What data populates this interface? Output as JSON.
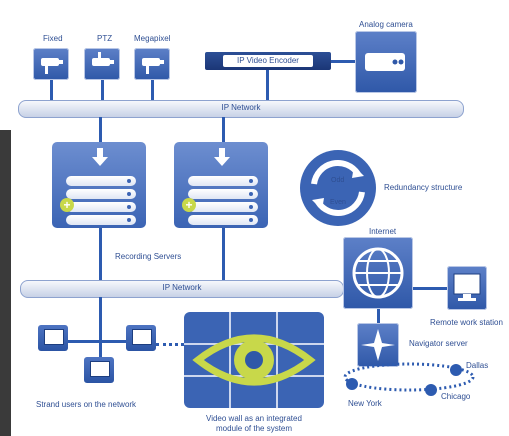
{
  "cameras": {
    "fixed": "Fixed",
    "ptz": "PTZ",
    "megapixel": "Megapixel",
    "analog": "Analog camera"
  },
  "encoder_label": "IP Video Encoder",
  "networks": {
    "top": "IP Network",
    "bottom": "IP Network"
  },
  "servers_label": "Recording Servers",
  "redundancy": {
    "odd": "Odd",
    "even": "Even",
    "label": "Redundancy structure"
  },
  "internet_label": "Internet",
  "remote_label": "Remote work station",
  "navigator_label": "Navigator server",
  "cities": {
    "dallas": "Dallas",
    "chicago": "Chicago",
    "newyork": "New York"
  },
  "users_label": "Strand users on the network",
  "videowall_label_1": "Video wall as an integrated",
  "videowall_label_2": "module of the system",
  "colors": {
    "primary": "#2d5bb0",
    "accent": "#c8d84a",
    "text": "#2f4f93"
  }
}
